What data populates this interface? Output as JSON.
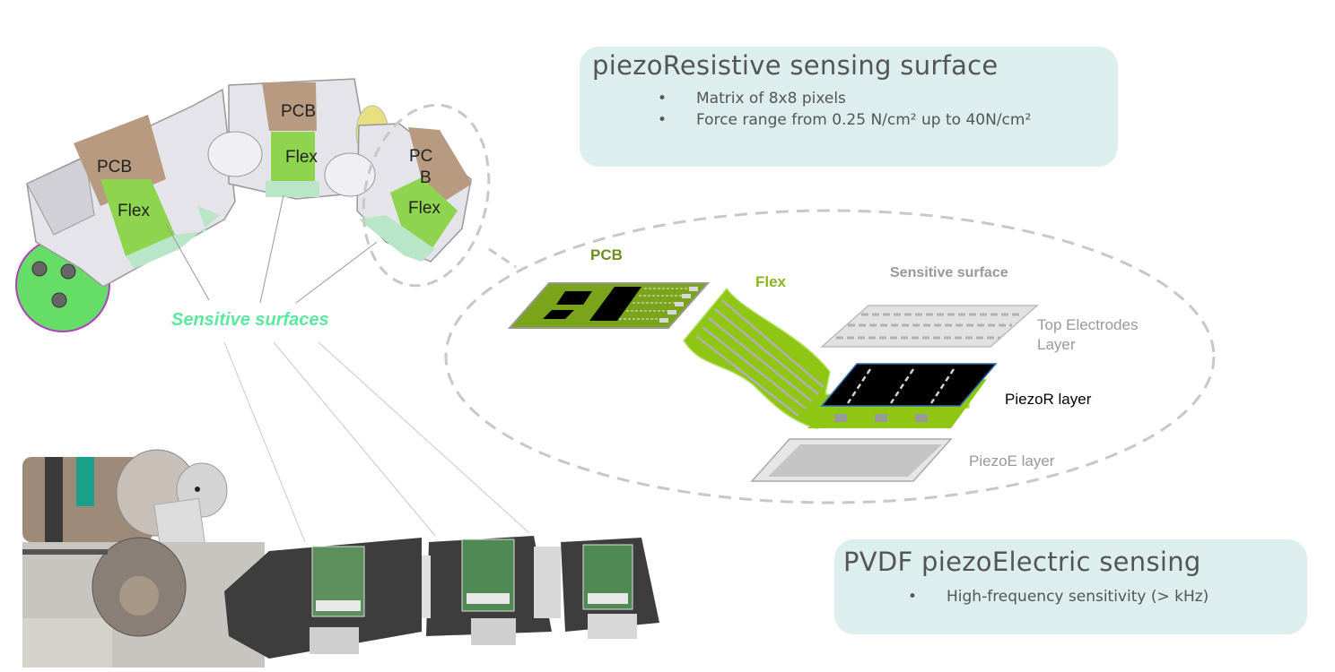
{
  "callouts": {
    "piezo_resistive": {
      "title": "piezoResistive sensing surface",
      "bullets": [
        "Matrix of 8x8 pixels",
        "Force range from 0.25 N/cm² up to 40N/cm²"
      ],
      "bullet_glyph": "•"
    },
    "pvdf": {
      "title": "PVDF piezoElectric sensing",
      "bullets": [
        "High-frequency sensitivity (> kHz)"
      ],
      "bullet_glyph": "•"
    }
  },
  "cad_model": {
    "labels": {
      "pcb_1": "PCB",
      "flex_1": "Flex",
      "pcb_2": "PCB",
      "flex_2": "Flex",
      "pcb_3_line1": "PC",
      "pcb_3_line2": "B",
      "flex_3": "Flex"
    },
    "sensitive_surfaces_label": "Sensitive surfaces"
  },
  "exploded_view": {
    "pcb_label": "PCB",
    "flex_label": "Flex",
    "sensitive_surface_label": "Sensitive surface",
    "top_electrodes_label_line1": "Top Electrodes",
    "top_electrodes_label_line2": "Layer",
    "piezor_label": "PiezoR layer",
    "piezoe_label": "PiezoE layer"
  },
  "colors": {
    "callout_bg": "#dceeed",
    "callout_text": "#555555",
    "pcb_brown": "#b89a80",
    "flex_green": "#8fd44f",
    "sensitive_green": "#b9e6c6",
    "sensitive_label": "#5de8a0",
    "pcb_dark_green": "#6b8e1f",
    "flex_label_green": "#8ab520",
    "dashed_grey": "#c8c8c8"
  }
}
